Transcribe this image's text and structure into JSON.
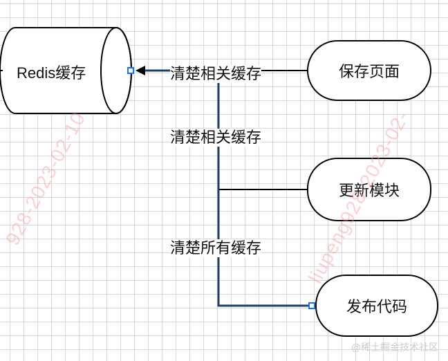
{
  "nodes": {
    "cache": "Redis缓存",
    "save_page": "保存页面",
    "update_module": "更新模块",
    "publish_code": "发布代码"
  },
  "edges": {
    "save_label": "清楚相关缓存",
    "update_label": "清楚相关缓存",
    "publish_label": "清楚所有缓存"
  },
  "watermarks": {
    "left": "928-2023-02-10",
    "right": "liupeng928-2023-02-"
  },
  "credit": "@稀土掘金技术社区",
  "colors": {
    "connector": "#000000",
    "selected_connector": "#1f3f66",
    "handle": "#1a73e8"
  }
}
